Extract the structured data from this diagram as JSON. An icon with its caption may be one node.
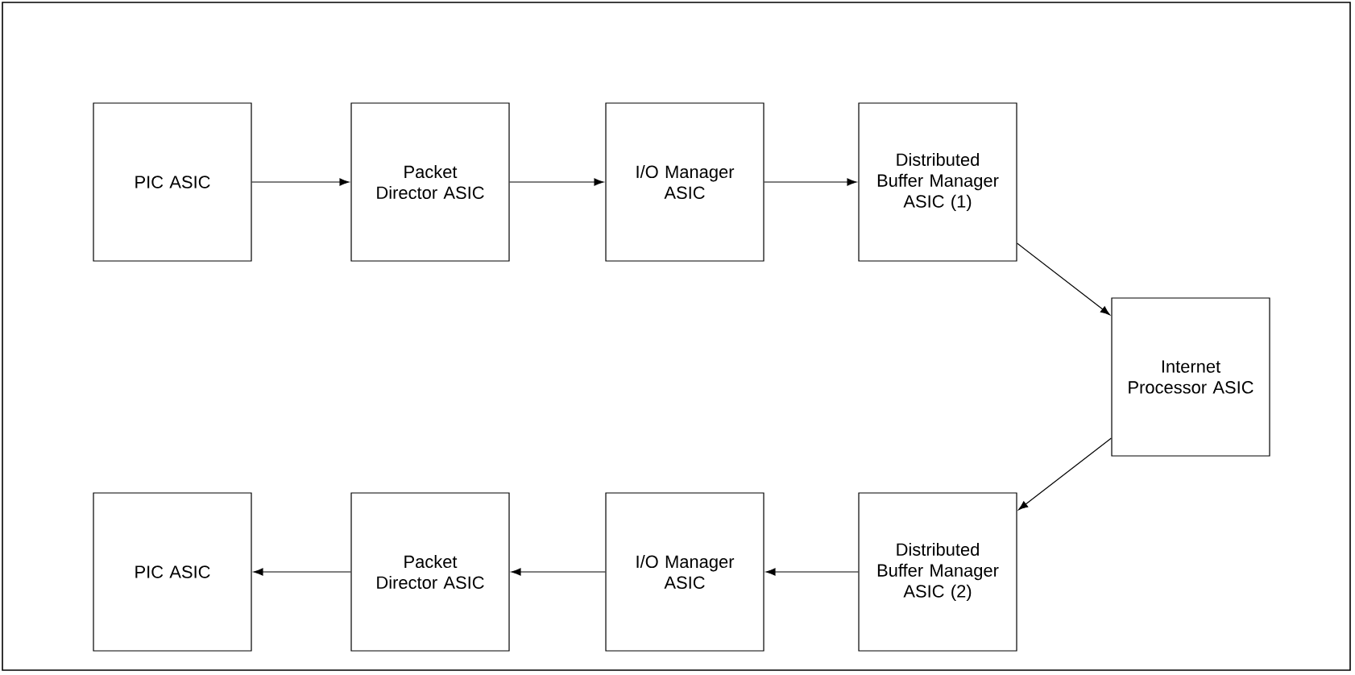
{
  "diagram": {
    "nodes": [
      {
        "text": [
          "PIC ASIC"
        ]
      },
      {
        "text": [
          "Packet Director ASIC"
        ]
      },
      {
        "text": [
          "I/O Manager ASIC"
        ]
      },
      {
        "text": [
          "Distributed Buffer Manager ASIC (1)"
        ]
      },
      {
        "text": [
          "Internet Processor ASIC"
        ]
      },
      {
        "text": [
          "PIC ASIC"
        ]
      },
      {
        "text": [
          "Packet Director ASIC"
        ]
      },
      {
        "text": [
          "I/O Manager ASIC"
        ]
      },
      {
        "text": [
          "Distributed Buffer Manager ASIC (2)"
        ]
      }
    ],
    "edges": [
      {
        "from": 0,
        "to": 1,
        "arrow": "to"
      },
      {
        "from": 1,
        "to": 2,
        "arrow": "to"
      },
      {
        "from": 2,
        "to": 3,
        "arrow": "to"
      },
      {
        "from": 3,
        "to": 4,
        "arrow": "to"
      },
      {
        "from": 4,
        "to": 8,
        "arrow": "to"
      },
      {
        "from": 8,
        "to": 7,
        "arrow": "to"
      },
      {
        "from": 7,
        "to": 6,
        "arrow": "to"
      },
      {
        "from": 6,
        "to": 5,
        "arrow": "to"
      }
    ]
  }
}
